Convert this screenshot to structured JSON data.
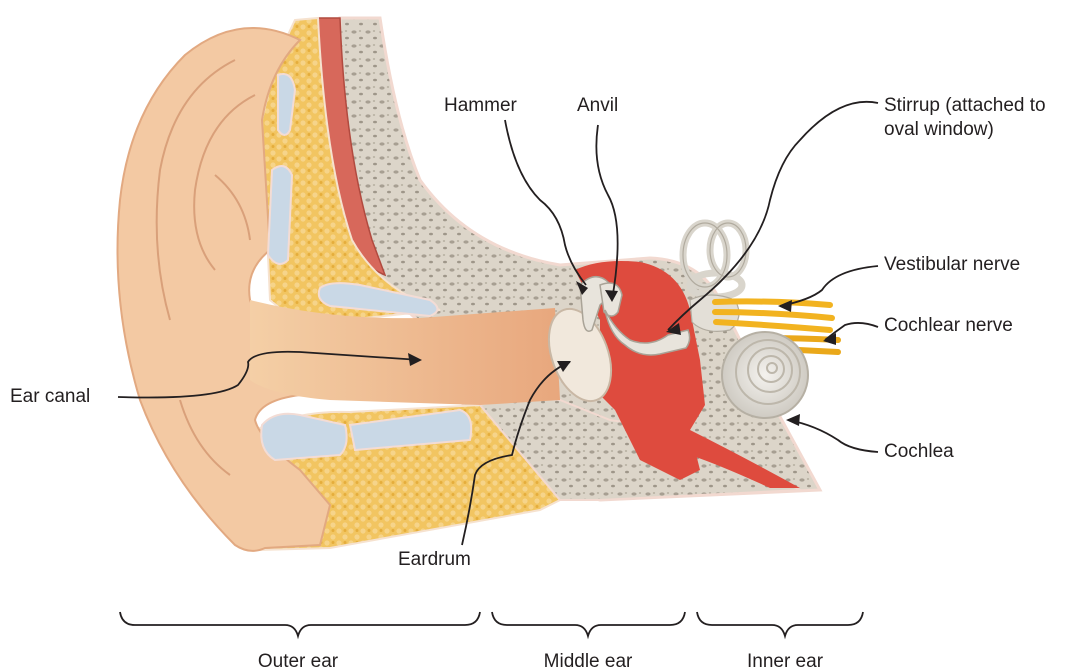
{
  "labels": {
    "hammer": "Hammer",
    "anvil": "Anvil",
    "stirrup_line1": "Stirrup (attached to",
    "stirrup_line2": "oval window)",
    "vestibular_nerve": "Vestibular nerve",
    "cochlear_nerve": "Cochlear nerve",
    "cochlea": "Cochlea",
    "ear_canal": "Ear canal",
    "eardrum": "Eardrum"
  },
  "sections": {
    "outer_ear": "Outer ear",
    "middle_ear": "Middle ear",
    "inner_ear": "Inner ear"
  },
  "colors": {
    "skin": "#f3c9a3",
    "fat": "#f0c96b",
    "cartilage": "#c9d8e6",
    "bone": "#d9d2c6",
    "muscle": "#d9685a",
    "middle_ear_cavity": "#de4b3e",
    "ossicles": "#e8e4dc",
    "nerve": "#f2b320",
    "leader_line": "#231f20"
  }
}
